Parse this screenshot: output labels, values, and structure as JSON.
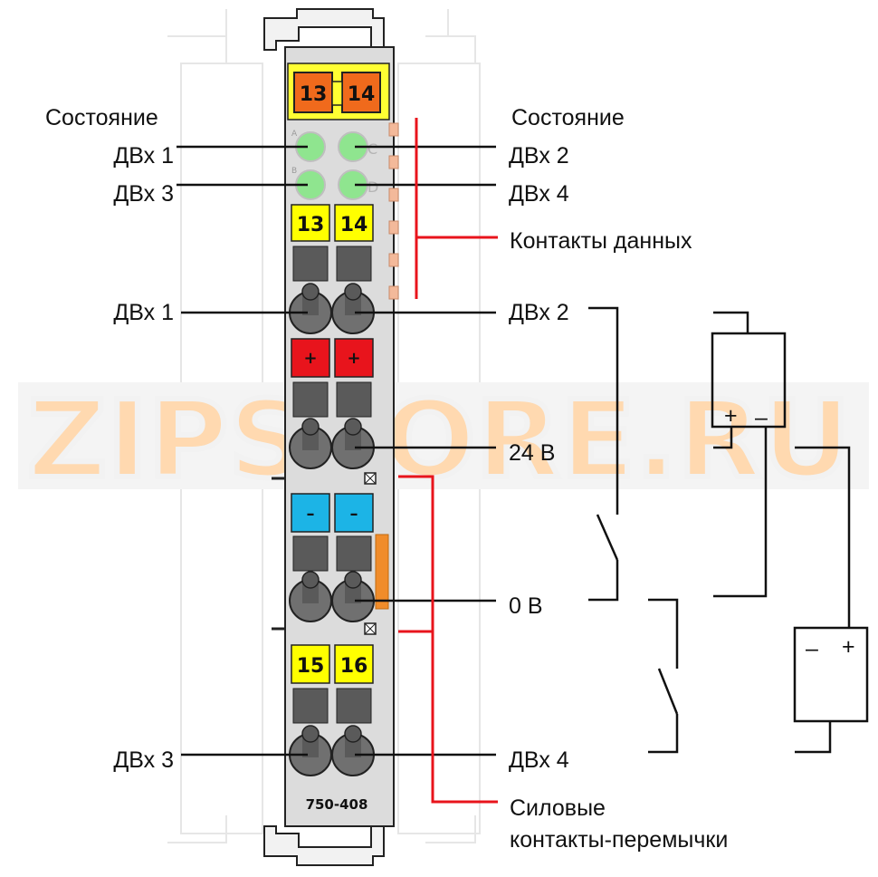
{
  "watermark": "ZIPSTORE.RU",
  "module": {
    "model": "750-408",
    "top_markers": [
      "13",
      "14"
    ],
    "led_letters": [
      "A",
      "C",
      "B",
      "D"
    ],
    "row1_markers": [
      "13",
      "14"
    ],
    "plus_markers": [
      "+",
      "+"
    ],
    "minus_markers": [
      "–",
      "–"
    ],
    "bottom_markers": [
      "15",
      "16"
    ]
  },
  "labels": {
    "status_left": "Состояние",
    "status_right": "Состояние",
    "din1_led": "ДВх 1",
    "din2_led": "ДВх 2",
    "din3_led": "ДВх 3",
    "din4_led": "ДВх 4",
    "data_contacts": "Контакты данных",
    "din1": "ДВх 1",
    "din2": "ДВх 2",
    "v24": "24 В",
    "v0": "0 В",
    "din3": "ДВх 3",
    "din4": "ДВх 4",
    "power_line1": "Силовые",
    "power_line2": "контакты-перемычки"
  },
  "circuit": {
    "sensor_plus": "+",
    "sensor_minus": "–",
    "supply_minus": "–",
    "supply_plus": "+"
  },
  "colors": {
    "orange_marker": "#f06a1c",
    "yellow_marker": "#ffff00",
    "red_marker": "#e8141c",
    "blue_marker": "#1cb4e6",
    "led_green": "#8fe58f",
    "housing": "#dcdcdc",
    "red_line": "#e8141c"
  }
}
